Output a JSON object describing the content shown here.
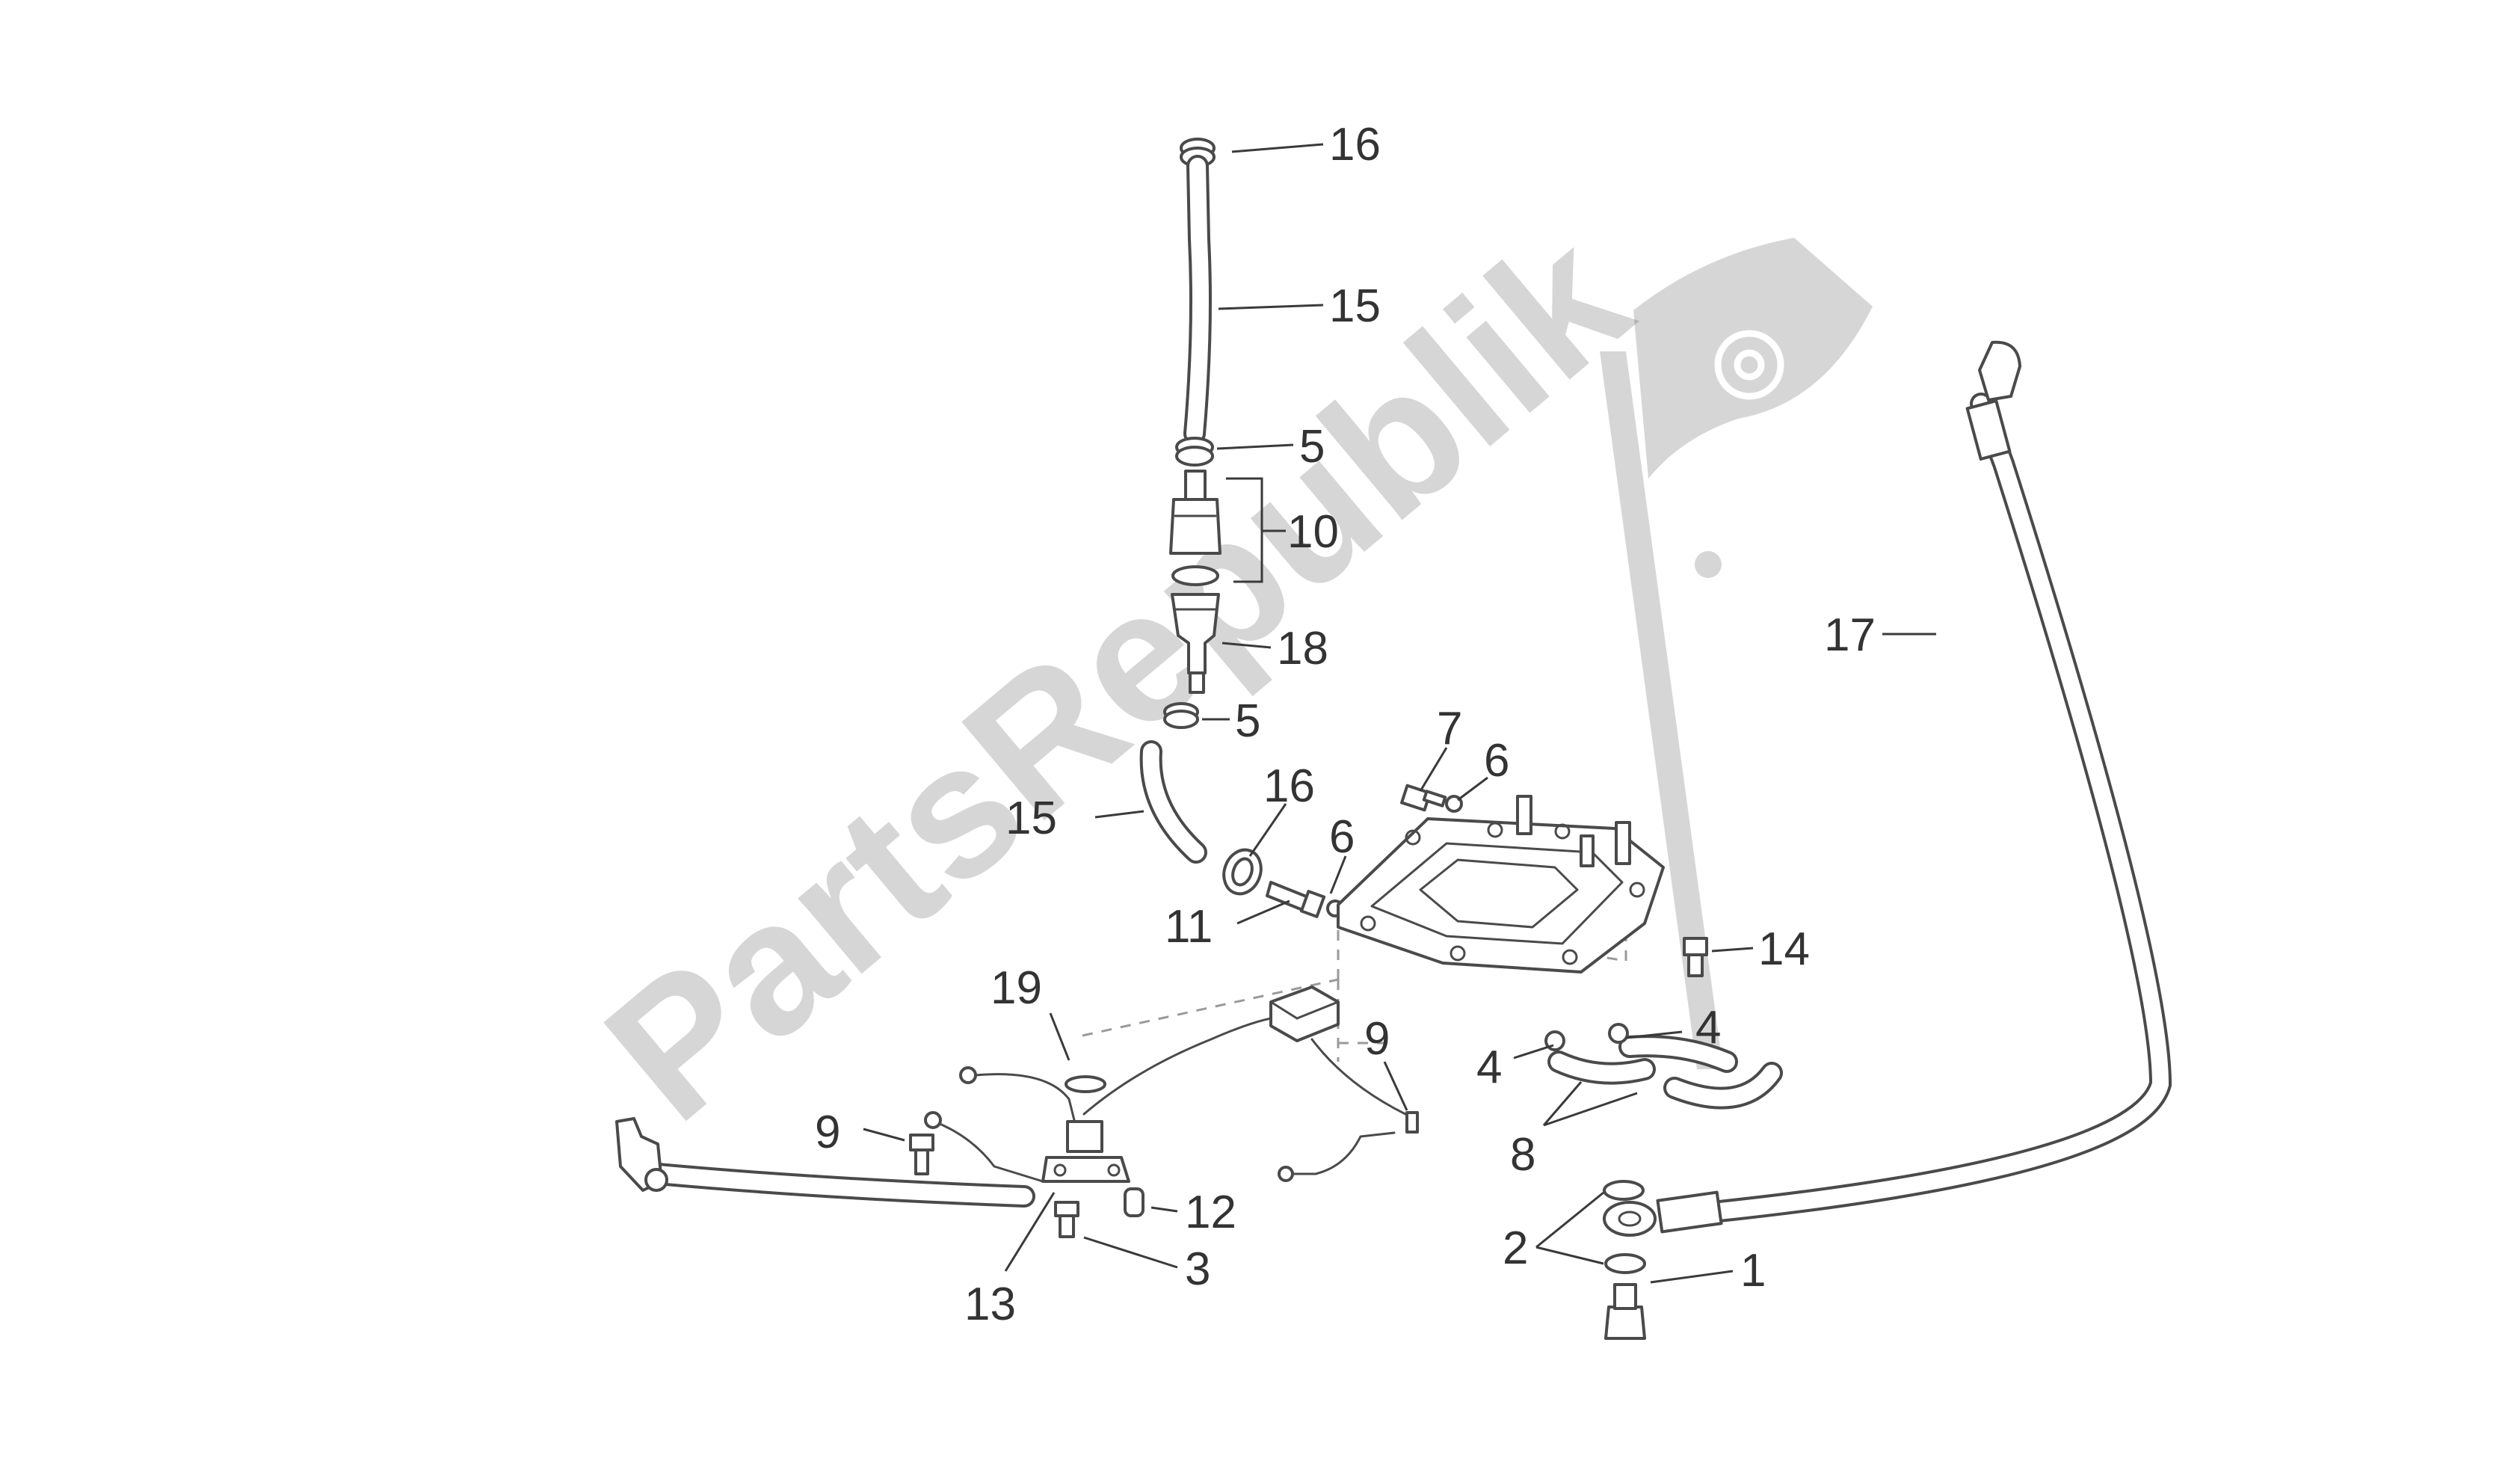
{
  "diagram": {
    "watermark": "PartsRepublik",
    "callouts": [
      {
        "id": "c16a",
        "label": "16"
      },
      {
        "id": "c15a",
        "label": "15"
      },
      {
        "id": "c5a",
        "label": "5"
      },
      {
        "id": "c10",
        "label": "10"
      },
      {
        "id": "c18",
        "label": "18"
      },
      {
        "id": "c5b",
        "label": "5"
      },
      {
        "id": "c15b",
        "label": "15"
      },
      {
        "id": "c16b",
        "label": "16"
      },
      {
        "id": "c7",
        "label": "7"
      },
      {
        "id": "c6a",
        "label": "6"
      },
      {
        "id": "c6b",
        "label": "6"
      },
      {
        "id": "c11",
        "label": "11"
      },
      {
        "id": "c14",
        "label": "14"
      },
      {
        "id": "c17",
        "label": "17"
      },
      {
        "id": "c4a",
        "label": "4"
      },
      {
        "id": "c4b",
        "label": "4"
      },
      {
        "id": "c8",
        "label": "8"
      },
      {
        "id": "c19",
        "label": "19"
      },
      {
        "id": "c9a",
        "label": "9"
      },
      {
        "id": "c9b",
        "label": "9"
      },
      {
        "id": "c12",
        "label": "12"
      },
      {
        "id": "c3",
        "label": "3"
      },
      {
        "id": "c13",
        "label": "13"
      },
      {
        "id": "c2",
        "label": "2"
      },
      {
        "id": "c1",
        "label": "1"
      }
    ]
  }
}
